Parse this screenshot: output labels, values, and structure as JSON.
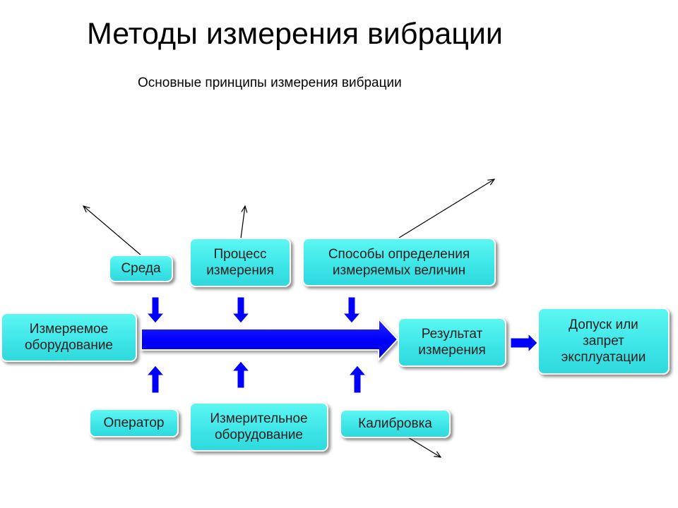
{
  "title": "Методы измерения вибрации",
  "subtitle": "Основные принципы измерения вибрации",
  "nodes": {
    "environment": "Среда",
    "process": "Процесс\nизмерения",
    "methods": "Способы определения\nизмеряемых величин",
    "equipment_measured": "Измеряемое\nоборудование",
    "result": "Результат\nизмерения",
    "decision": "Допуск или\nзапрет\nэксплуатации",
    "operator": "Оператор",
    "measuring_equipment": "Измерительное\nоборудование",
    "calibration": "Калибровка"
  },
  "colors": {
    "node_fill": "#3fe6e8",
    "arrow_blue": "#0000ff",
    "line": "#000000"
  }
}
